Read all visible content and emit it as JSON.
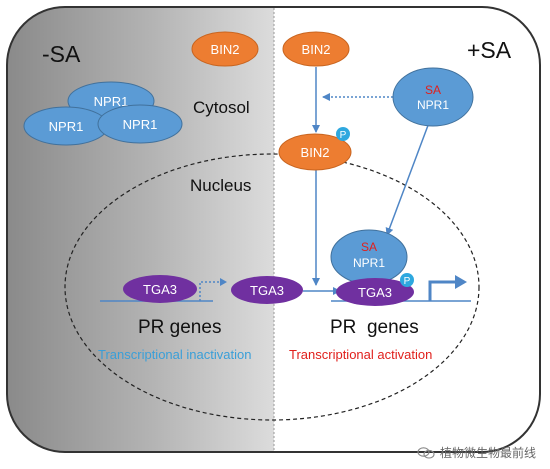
{
  "panels": {
    "left_label": "-SA",
    "right_label": "+SA"
  },
  "compartments": {
    "cytosol": "Cytosol",
    "nucleus": "Nucleus"
  },
  "molecules": {
    "bin2_left": "BIN2",
    "bin2_right": "BIN2",
    "bin2_phospho": "BIN2",
    "npr1_cluster": [
      "NPR1",
      "NPR1",
      "NPR1"
    ],
    "sa_npr1_cytosol": {
      "sa": "SA",
      "npr1": "NPR1"
    },
    "sa_npr1_nucleus": {
      "sa": "SA",
      "npr1": "NPR1"
    },
    "tga3_left": "TGA3",
    "tga3_center": "TGA3",
    "tga3_right": "TGA3",
    "phospho_mark": "P"
  },
  "genes": {
    "left_label": "PR genes",
    "right_label": "PR  genes",
    "left_status": "Transcriptional inactivation",
    "right_status": "Transcriptional activation"
  },
  "watermark": {
    "text": "植物微生物最前线",
    "icon": "wechat-icon"
  },
  "colors": {
    "bin2": "#ed7d31",
    "npr1": "#5b9bd5",
    "npr1_stroke": "#41719c",
    "tga3": "#7030a0",
    "sa_text": "#e0201c",
    "arrow": "#4f86c6",
    "inactivation_text": "#3a9fd8",
    "activation_text": "#e0201c"
  }
}
